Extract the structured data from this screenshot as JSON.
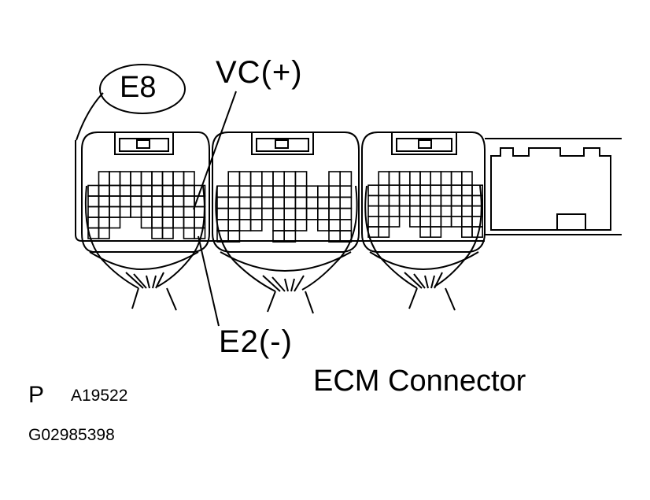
{
  "diagram": {
    "connector_id": "E8",
    "vc_label": "VC(+)",
    "e2_label": "E2(-)",
    "caption": "ECM Connector",
    "corner_mark": "P",
    "figure_code": "A19522",
    "image_code": "G02985398"
  }
}
